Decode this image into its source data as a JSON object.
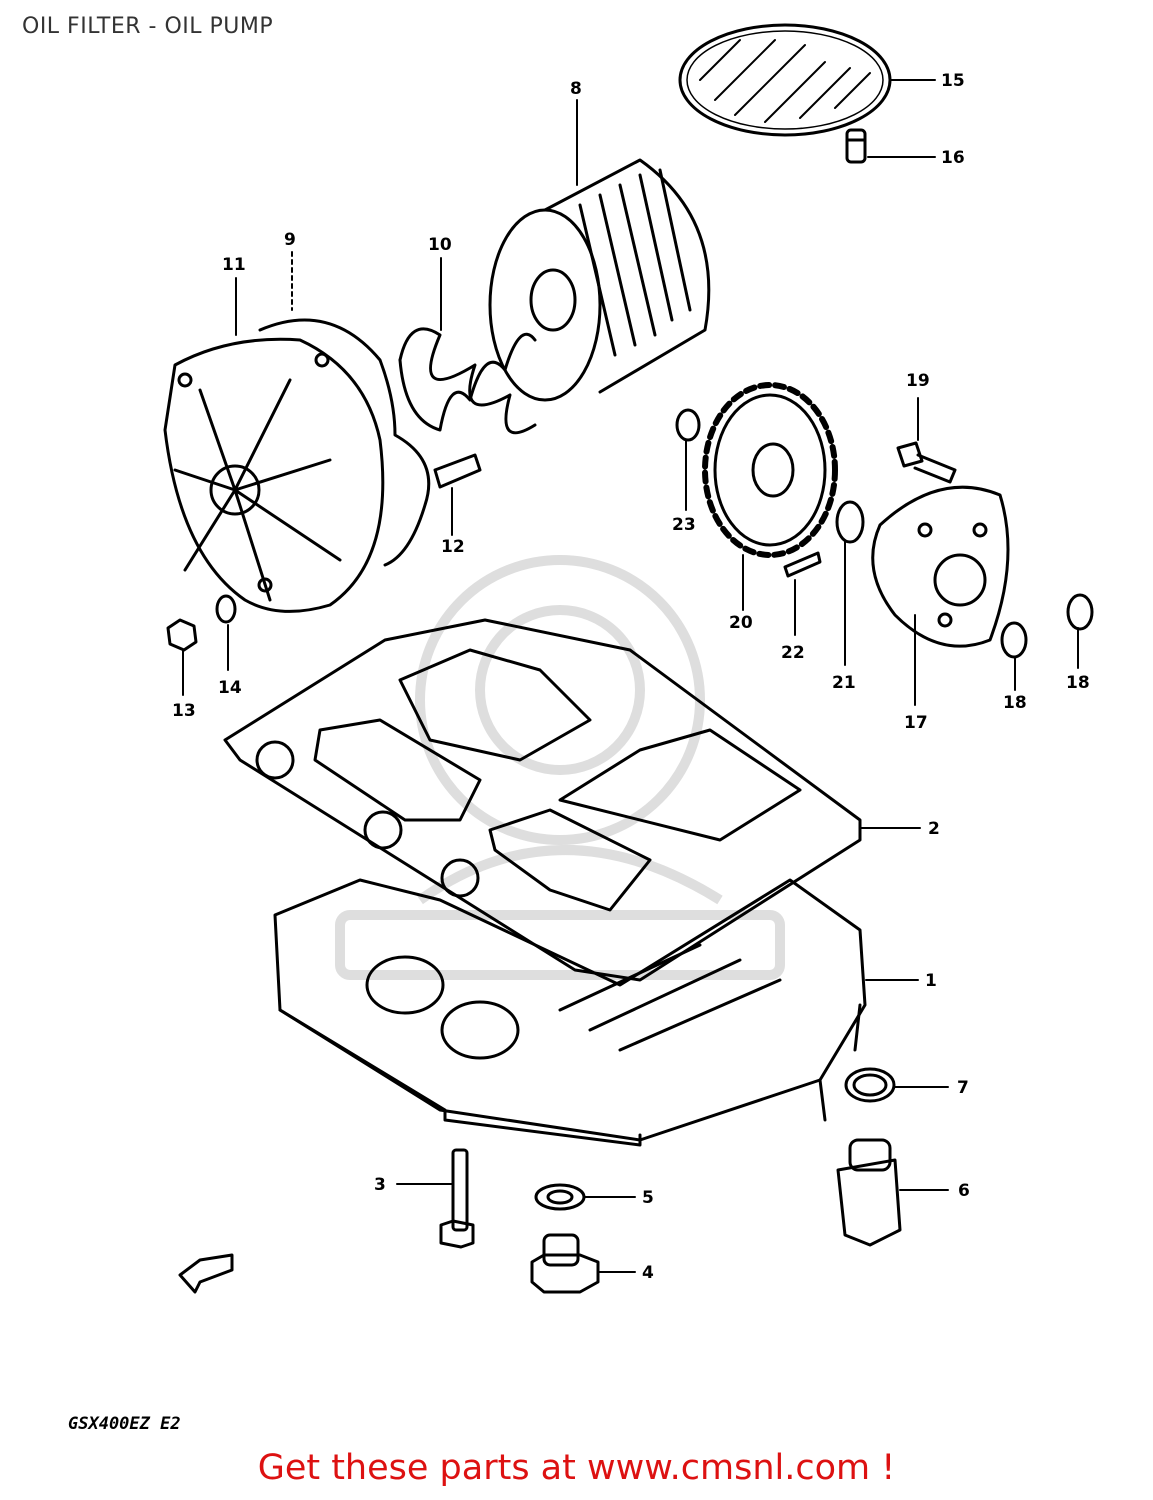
{
  "title": "OIL FILTER - OIL PUMP",
  "model_code": "GSX400EZ E2",
  "promo_text": "Get these parts at www.cmsnl.com !",
  "colors": {
    "promo": "#dd1111",
    "line": "#000000",
    "watermark": "#d8d8d8"
  },
  "callouts": [
    "1",
    "2",
    "3",
    "4",
    "5",
    "6",
    "7",
    "8",
    "9",
    "10",
    "11",
    "12",
    "13",
    "14",
    "15",
    "16",
    "17",
    "18",
    "18",
    "19",
    "20",
    "21",
    "22",
    "23"
  ]
}
